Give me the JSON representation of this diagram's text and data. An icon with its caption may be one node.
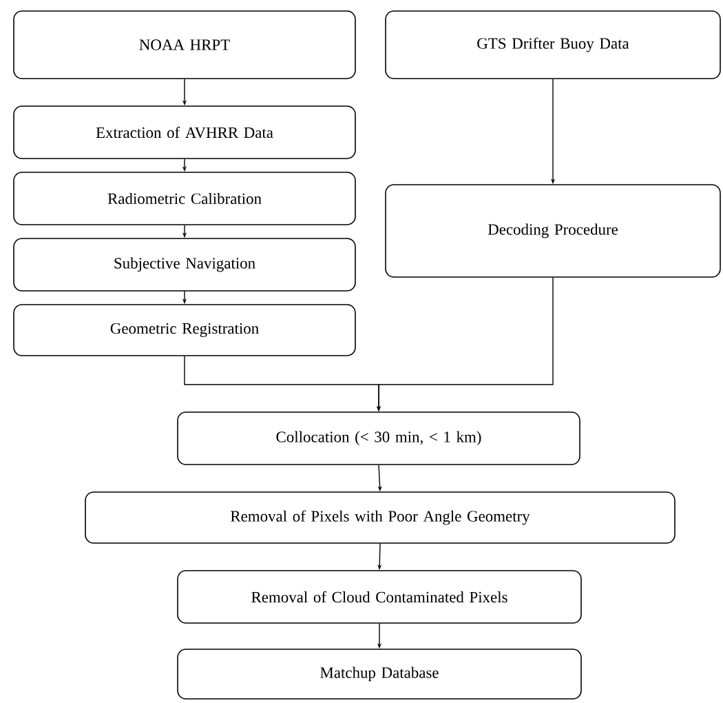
{
  "diagram": {
    "nodes": [
      {
        "text": [
          "NOAA HRPT"
        ]
      },
      {
        "text": [
          "GTS Drifter Buoy Data"
        ]
      },
      {
        "text": [
          "Extraction of AVHRR Data"
        ]
      },
      {
        "text": [
          "Radiometric Calibration"
        ]
      },
      {
        "text": [
          "Subjective Navigation"
        ]
      },
      {
        "text": [
          "Geometric Registration"
        ]
      },
      {
        "text": [
          "Decoding Procedure"
        ]
      },
      {
        "text": [
          "Collocation (< 30 min, < 1 km)"
        ]
      },
      {
        "text": [
          "Removal of Pixels with Poor Angle Geometry"
        ]
      },
      {
        "text": [
          "Removal of Cloud Contaminated Pixels"
        ]
      },
      {
        "text": [
          "Matchup Database"
        ]
      }
    ],
    "edges": [
      {
        "from": 0,
        "to": 2,
        "arrow": "to"
      },
      {
        "from": 2,
        "to": 3,
        "arrow": "to"
      },
      {
        "from": 3,
        "to": 4,
        "arrow": "to"
      },
      {
        "from": 4,
        "to": 5,
        "arrow": "to"
      },
      {
        "from": 1,
        "to": 6,
        "arrow": "to"
      },
      {
        "from": 5,
        "to": 7,
        "arrow": "to"
      },
      {
        "from": 6,
        "to": 7,
        "arrow": "to"
      },
      {
        "from": 7,
        "to": 8,
        "arrow": "to"
      },
      {
        "from": 8,
        "to": 9,
        "arrow": "to"
      },
      {
        "from": 9,
        "to": 10,
        "arrow": "to"
      }
    ]
  }
}
